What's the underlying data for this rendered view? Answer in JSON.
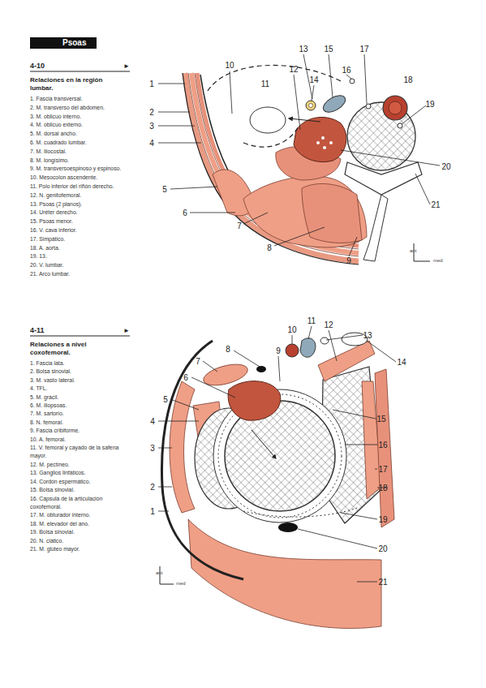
{
  "diagram": {
    "title": "Psoas",
    "labels": [
      "4-10",
      "►",
      "Relaciones en la región lumbar.",
      "1. Fascia transversal.",
      "2. M. transverso del abdomen.",
      "3. M. oblicuo interno.",
      "4. M. oblicuo externo.",
      "5. M. dorsal ancho.",
      "6. M. cuadrado lumbar.",
      "7. M. iliocostal.",
      "8. M. longísimo.",
      "9. M. transversoespinoso y espinoso.",
      "10. Mesocolon ascendente.",
      "11. Polo inferior del riñón derecho.",
      "12. N. genitofemoral.",
      "13. Psoas (2 planos).",
      "14. Uréter derecho.",
      "15. Psoas menor.",
      "16. V. cava inferior.",
      "17. Simpático.",
      "18. A. aorta.",
      "19. 13.",
      "20. V. lumbar.",
      "21. Arco lumbar.",
      "1",
      "2",
      "3",
      "4",
      "5",
      "6",
      "7",
      "8",
      "9",
      "10",
      "11",
      "12",
      "13",
      "14",
      "15",
      "16",
      "17",
      "18",
      "19",
      "20",
      "21",
      "ant",
      "med",
      "4-11",
      "►",
      "Relaciones a nivel coxofemoral.",
      "1. Fascia lata.",
      "2. Bolsa sinovial.",
      "3. M. vasto lateral.",
      "4. TFL.",
      "5. M. grácil.",
      "6. M. iliopsoas.",
      "7. M. sartorio.",
      "8. N. femoral.",
      "9. Fascia cribiforme.",
      "10. A. femoral.",
      "11. V. femoral y cayado de la safena mayor.",
      "12. M. pectíneo.",
      "13. Ganglios linfáticos.",
      "14. Cordón espermático.",
      "15. Bolsa sinovial.",
      "16. Cápsula de la articulación coxofemoral.",
      "17. M. obturador interno.",
      "18. M. elevador del ano.",
      "19. Bolsa sinovial.",
      "20. N. ciático.",
      "21. M. glúteo mayor.",
      "1",
      "2",
      "3",
      "4",
      "5",
      "6",
      "7",
      "8",
      "9",
      "10",
      "11",
      "12",
      "13",
      "14",
      "15",
      "16",
      "17",
      "18",
      "19",
      "20",
      "21",
      "ant",
      "med"
    ]
  }
}
